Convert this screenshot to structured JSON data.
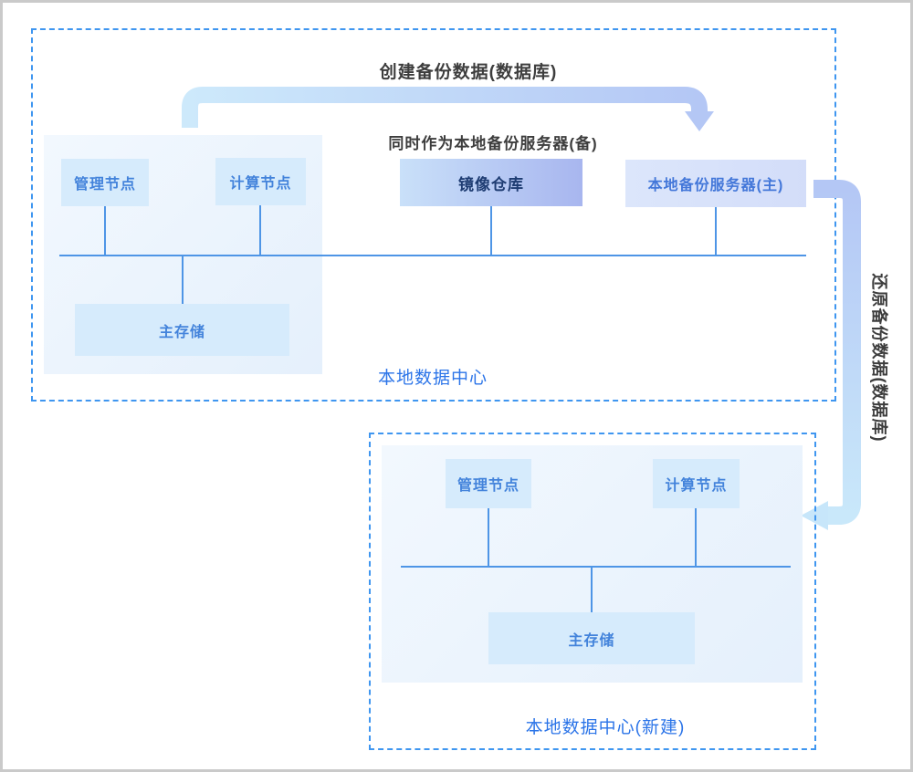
{
  "colors": {
    "page_border": "#cacaca",
    "dashed_border": "#3f96f0",
    "connector_line": "#4e95e6",
    "node_fill": "#d6ebfc",
    "node_text": "#4383db",
    "repo_fill_start": "#c9e0f9",
    "repo_fill_end": "#a8b6ef",
    "repo_text": "#1e3c72",
    "backup_fill": "#d8e1fa",
    "panel_fill": "#e9f3fd",
    "label_text": "#2b74e8",
    "annotation_text": "#3d3d3d",
    "arrow_light_blue": "#cde9fb",
    "arrow_periwinkle": "#b4c7f5"
  },
  "annotations": {
    "create_backup": "创建备份数据(数据库)",
    "repo_note": "同时作为本地备份服务器(备)",
    "restore_backup": "还原备份数据(数据库)"
  },
  "datacenter_local": {
    "label": "本地数据中心",
    "nodes": {
      "management": "管理节点",
      "compute": "计算节点",
      "image_repository": "镜像仓库",
      "backup_server_primary": "本地备份服务器(主)",
      "primary_storage": "主存储"
    }
  },
  "datacenter_new": {
    "label": "本地数据中心(新建)",
    "nodes": {
      "management": "管理节点",
      "compute": "计算节点",
      "primary_storage": "主存储"
    }
  }
}
